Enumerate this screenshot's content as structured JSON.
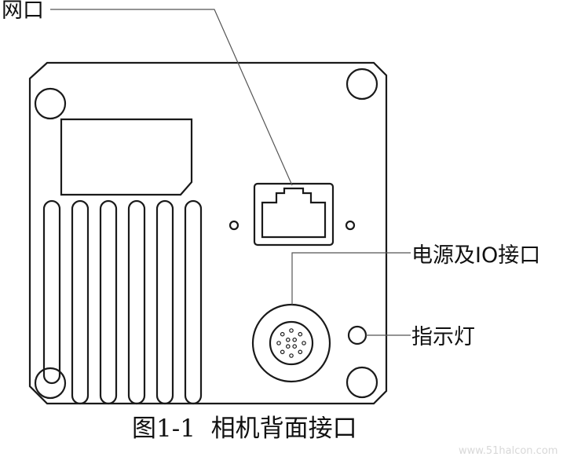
{
  "labels": {
    "network_port": "网口",
    "power_io_port": "电源及IO接口",
    "indicator_light": "指示灯"
  },
  "caption": "图1-1  相机背面接口",
  "watermark": "www.51halcon.com"
}
